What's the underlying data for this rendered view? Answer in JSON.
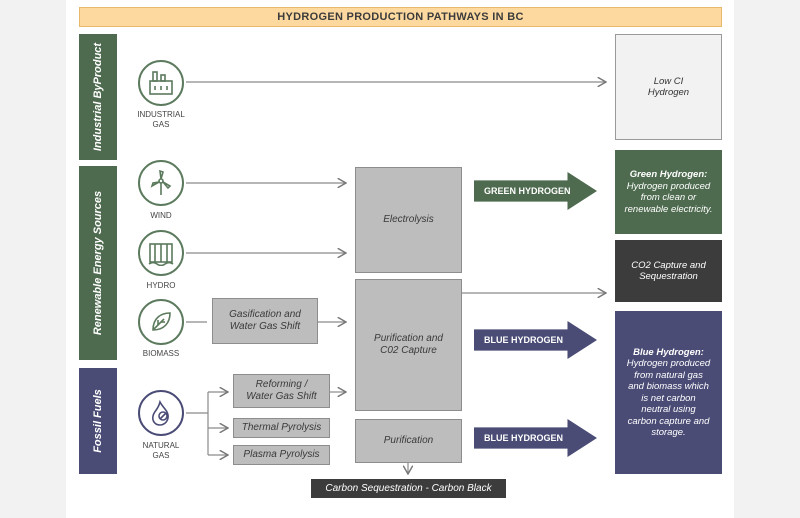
{
  "title": "HYDROGEN PRODUCTION PATHWAYS IN BC",
  "categories": {
    "industrial": "Industrial ByProduct",
    "renewable": "Renewable Energy Sources",
    "fossil": "Fossil Fuels"
  },
  "sources": {
    "industrial_gas_line1": "INDUSTRIAL",
    "industrial_gas_line2": "GAS",
    "wind": "WIND",
    "hydro": "HYDRO",
    "biomass": "BIOMASS",
    "natural_gas_line1": "NATURAL",
    "natural_gas_line2": "GAS"
  },
  "processes": {
    "electrolysis": "Electrolysis",
    "gasification_line1": "Gasification and",
    "gasification_line2": "Water Gas Shift",
    "purification_capture_line1": "Purification and",
    "purification_capture_line2": "C02 Capture",
    "reforming_line1": "Reforming /",
    "reforming_line2": "Water Gas Shift",
    "thermal_pyrolysis": "Thermal Pyrolysis",
    "plasma_pyrolysis": "Plasma Pyrolysis",
    "purification": "Purification",
    "carbon_sequestration": "Carbon Sequestration - Carbon Black"
  },
  "arrows": {
    "green": "GREEN HYDROGEN",
    "blue1": "BLUE HYDROGEN",
    "blue2": "BLUE HYDROGEN"
  },
  "outputs": {
    "low_ci_line1": "Low CI",
    "low_ci_line2": "Hydrogen",
    "green_title": "Green Hydrogen:",
    "green_desc": "Hydrogen produced from clean or renewable electricity.",
    "co2_line1": "CO2 Capture and",
    "co2_line2": "Sequestration",
    "blue_title": "Blue Hydrogen:",
    "blue_desc": "Hydrogen produced from natural gas and biomass which is net carbon neutral using carbon capture and storage."
  },
  "colors": {
    "green": "#4e6b4f",
    "navy": "#4a4c76",
    "title_bg": "#fdd9a0",
    "grey": "#bdbdbd",
    "dark": "#3c3c3c"
  }
}
